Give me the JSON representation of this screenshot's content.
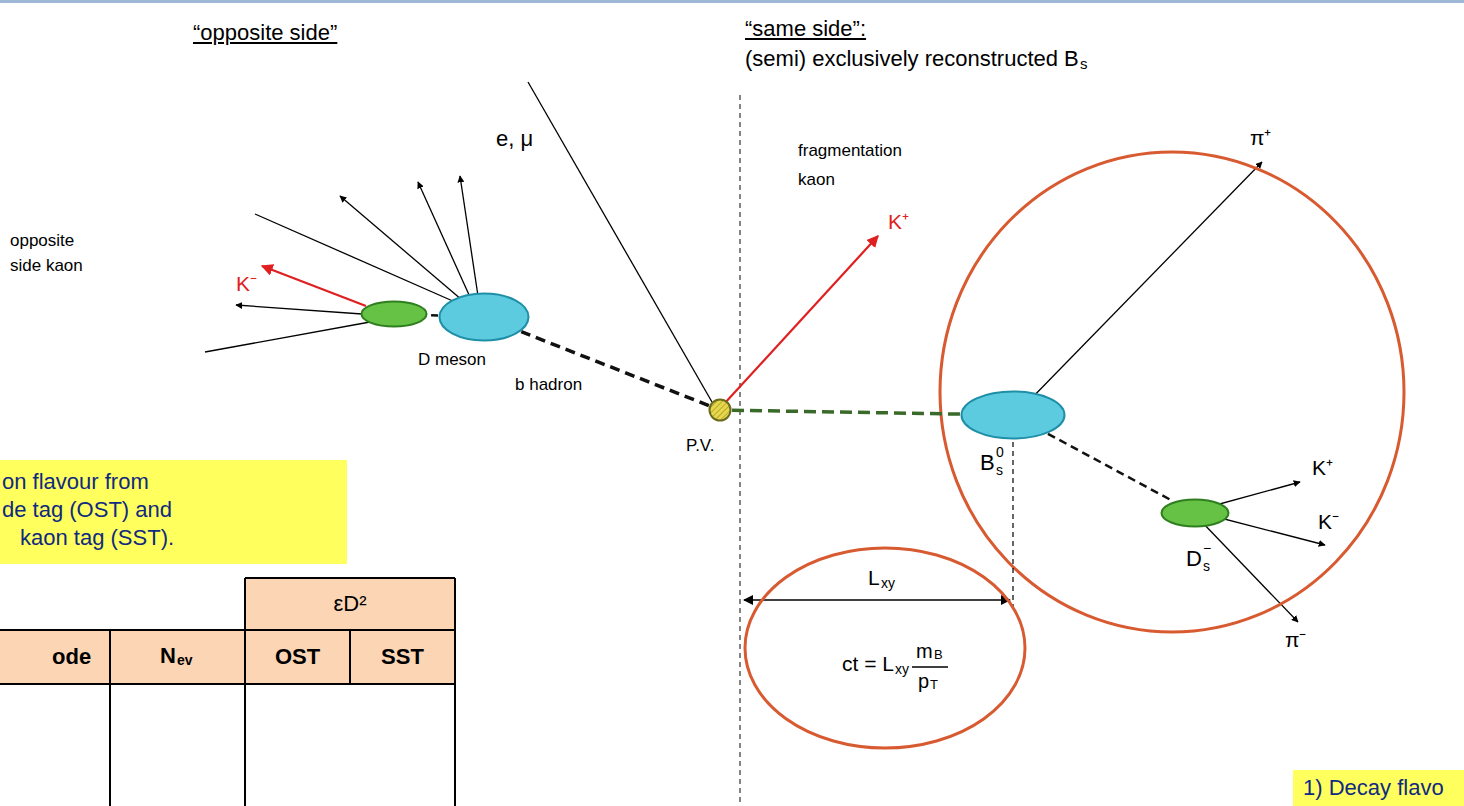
{
  "diagram": {
    "nodes": [
      {
        "text": [
          "on flavour from",
          "de tag (OST) and",
          "kaon tag (SST)."
        ]
      },
      {
        "text": [
          "1) Decay flavo"
        ]
      },
      {
        "text": [
          "b hadron"
        ]
      },
      {
        "text": [
          "D meson"
        ]
      },
      {
        "text": [
          "P.V."
        ]
      },
      {
        "text": [
          "B",
          "0",
          "s"
        ]
      },
      {
        "text": [
          "D",
          "−",
          "s"
        ]
      }
    ],
    "edges": [
      {
        "from": 4,
        "to": 2,
        "arrow": "none"
      },
      {
        "from": 2,
        "to": 3,
        "arrow": "none"
      },
      {
        "from": 4,
        "to": 5,
        "arrow": "none"
      },
      {
        "from": 5,
        "to": 6,
        "arrow": "none"
      }
    ],
    "labels": [
      "“opposite side”",
      "“same side”:",
      "(semi) exclusively reconstructed B",
      "s",
      "e, μ",
      "opposite side kaon",
      "K⁻",
      "fragmentation kaon",
      "K⁺",
      "π⁺",
      "K⁺",
      "K⁻",
      "π⁻",
      "L",
      "xy",
      "ct = L",
      "xy",
      "m",
      "B",
      "p",
      "T",
      "εD²",
      "ode",
      "N",
      "ev",
      "OST",
      "SST"
    ]
  }
}
